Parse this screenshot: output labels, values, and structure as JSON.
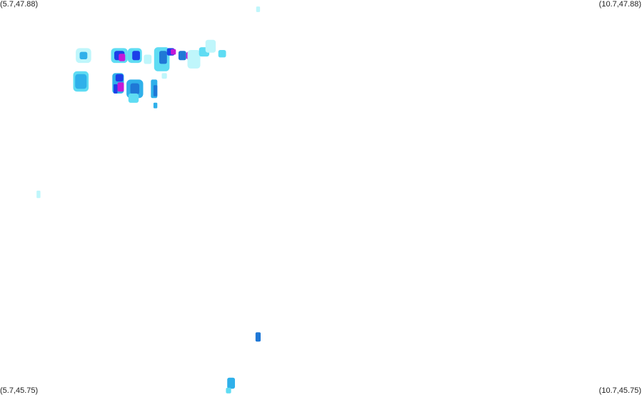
{
  "corner_labels": {
    "top_left": "(5.7,47.88)",
    "top_right": "(10.7,47.88)",
    "bottom_left": "(5.7,45.75)",
    "bottom_right": "(10.7,45.75)"
  },
  "extent": {
    "lon_min": 5.7,
    "lon_max": 10.7,
    "lat_min": 45.75,
    "lat_max": 47.88
  },
  "colors": {
    "background": "#ffffff",
    "level_1": "#bff6fb",
    "level_2": "#5fdcf3",
    "level_3": "#2fb0ea",
    "level_4": "#1f78d6",
    "level_5": "#1c3fe8",
    "level_6": "#c21ad8"
  },
  "cells": [
    {
      "lon": 7.71,
      "lat": 47.83,
      "level": 1,
      "w": 0.03,
      "h": 0.03
    },
    {
      "lon": 6.35,
      "lat": 47.58,
      "level": 1,
      "w": 0.12,
      "h": 0.08
    },
    {
      "lon": 6.35,
      "lat": 47.58,
      "level": 3,
      "w": 0.06,
      "h": 0.04
    },
    {
      "lon": 6.63,
      "lat": 47.58,
      "level": 2,
      "w": 0.13,
      "h": 0.08
    },
    {
      "lon": 6.63,
      "lat": 47.58,
      "level": 5,
      "w": 0.08,
      "h": 0.05
    },
    {
      "lon": 6.65,
      "lat": 47.57,
      "level": 6,
      "w": 0.05,
      "h": 0.04
    },
    {
      "lon": 6.75,
      "lat": 47.58,
      "level": 2,
      "w": 0.11,
      "h": 0.08
    },
    {
      "lon": 6.76,
      "lat": 47.58,
      "level": 5,
      "w": 0.06,
      "h": 0.05
    },
    {
      "lon": 6.85,
      "lat": 47.56,
      "level": 1,
      "w": 0.06,
      "h": 0.05
    },
    {
      "lon": 6.96,
      "lat": 47.56,
      "level": 2,
      "w": 0.12,
      "h": 0.13
    },
    {
      "lon": 6.97,
      "lat": 47.57,
      "level": 4,
      "w": 0.06,
      "h": 0.07
    },
    {
      "lon": 7.03,
      "lat": 47.6,
      "level": 5,
      "w": 0.06,
      "h": 0.04
    },
    {
      "lon": 7.05,
      "lat": 47.6,
      "level": 6,
      "w": 0.04,
      "h": 0.03
    },
    {
      "lon": 7.12,
      "lat": 47.58,
      "level": 4,
      "w": 0.06,
      "h": 0.05
    },
    {
      "lon": 7.18,
      "lat": 47.58,
      "level": 6,
      "w": 0.06,
      "h": 0.04
    },
    {
      "lon": 7.21,
      "lat": 47.56,
      "level": 1,
      "w": 0.1,
      "h": 0.1
    },
    {
      "lon": 7.29,
      "lat": 47.6,
      "level": 2,
      "w": 0.08,
      "h": 0.05
    },
    {
      "lon": 7.34,
      "lat": 47.63,
      "level": 1,
      "w": 0.08,
      "h": 0.07
    },
    {
      "lon": 7.43,
      "lat": 47.59,
      "level": 2,
      "w": 0.06,
      "h": 0.04
    },
    {
      "lon": 6.98,
      "lat": 47.47,
      "level": 1,
      "w": 0.04,
      "h": 0.03
    },
    {
      "lon": 6.33,
      "lat": 47.44,
      "level": 2,
      "w": 0.12,
      "h": 0.11
    },
    {
      "lon": 6.33,
      "lat": 47.44,
      "level": 3,
      "w": 0.09,
      "h": 0.08
    },
    {
      "lon": 6.62,
      "lat": 47.43,
      "level": 3,
      "w": 0.09,
      "h": 0.11
    },
    {
      "lon": 6.63,
      "lat": 47.46,
      "level": 5,
      "w": 0.06,
      "h": 0.04
    },
    {
      "lon": 6.64,
      "lat": 47.41,
      "level": 6,
      "w": 0.05,
      "h": 0.05
    },
    {
      "lon": 6.6,
      "lat": 47.4,
      "level": 5,
      "w": 0.03,
      "h": 0.05
    },
    {
      "lon": 6.75,
      "lat": 47.4,
      "level": 3,
      "w": 0.13,
      "h": 0.1
    },
    {
      "lon": 6.75,
      "lat": 47.4,
      "level": 4,
      "w": 0.07,
      "h": 0.06
    },
    {
      "lon": 6.74,
      "lat": 47.35,
      "level": 2,
      "w": 0.08,
      "h": 0.05
    },
    {
      "lon": 6.9,
      "lat": 47.4,
      "level": 3,
      "w": 0.05,
      "h": 0.1
    },
    {
      "lon": 6.91,
      "lat": 47.39,
      "level": 4,
      "w": 0.03,
      "h": 0.06
    },
    {
      "lon": 6.91,
      "lat": 47.31,
      "level": 3,
      "w": 0.03,
      "h": 0.03
    },
    {
      "lon": 6.0,
      "lat": 46.83,
      "level": 1,
      "w": 0.03,
      "h": 0.04
    },
    {
      "lon": 7.71,
      "lat": 46.06,
      "level": 4,
      "w": 0.04,
      "h": 0.05
    },
    {
      "lon": 7.5,
      "lat": 45.81,
      "level": 3,
      "w": 0.06,
      "h": 0.06
    },
    {
      "lon": 7.48,
      "lat": 45.77,
      "level": 2,
      "w": 0.04,
      "h": 0.03
    }
  ]
}
